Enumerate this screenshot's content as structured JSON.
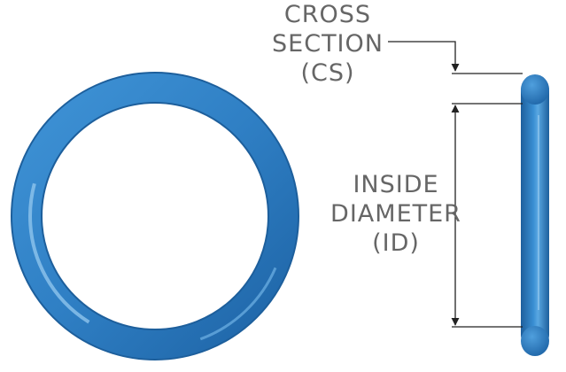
{
  "diagram": {
    "cross_section": {
      "line1": "CROSS",
      "line2": "SECTION",
      "line3": "(CS)"
    },
    "inside_diameter": {
      "line1": "INSIDE",
      "line2": "DIAMETER",
      "line3": "(ID)"
    }
  },
  "colors": {
    "ring_blue": "#2f7fc4",
    "ring_dark": "#1d5f9c",
    "ring_highlight": "#8fc4ec",
    "label_gray": "#666666",
    "line_black": "#222222"
  }
}
